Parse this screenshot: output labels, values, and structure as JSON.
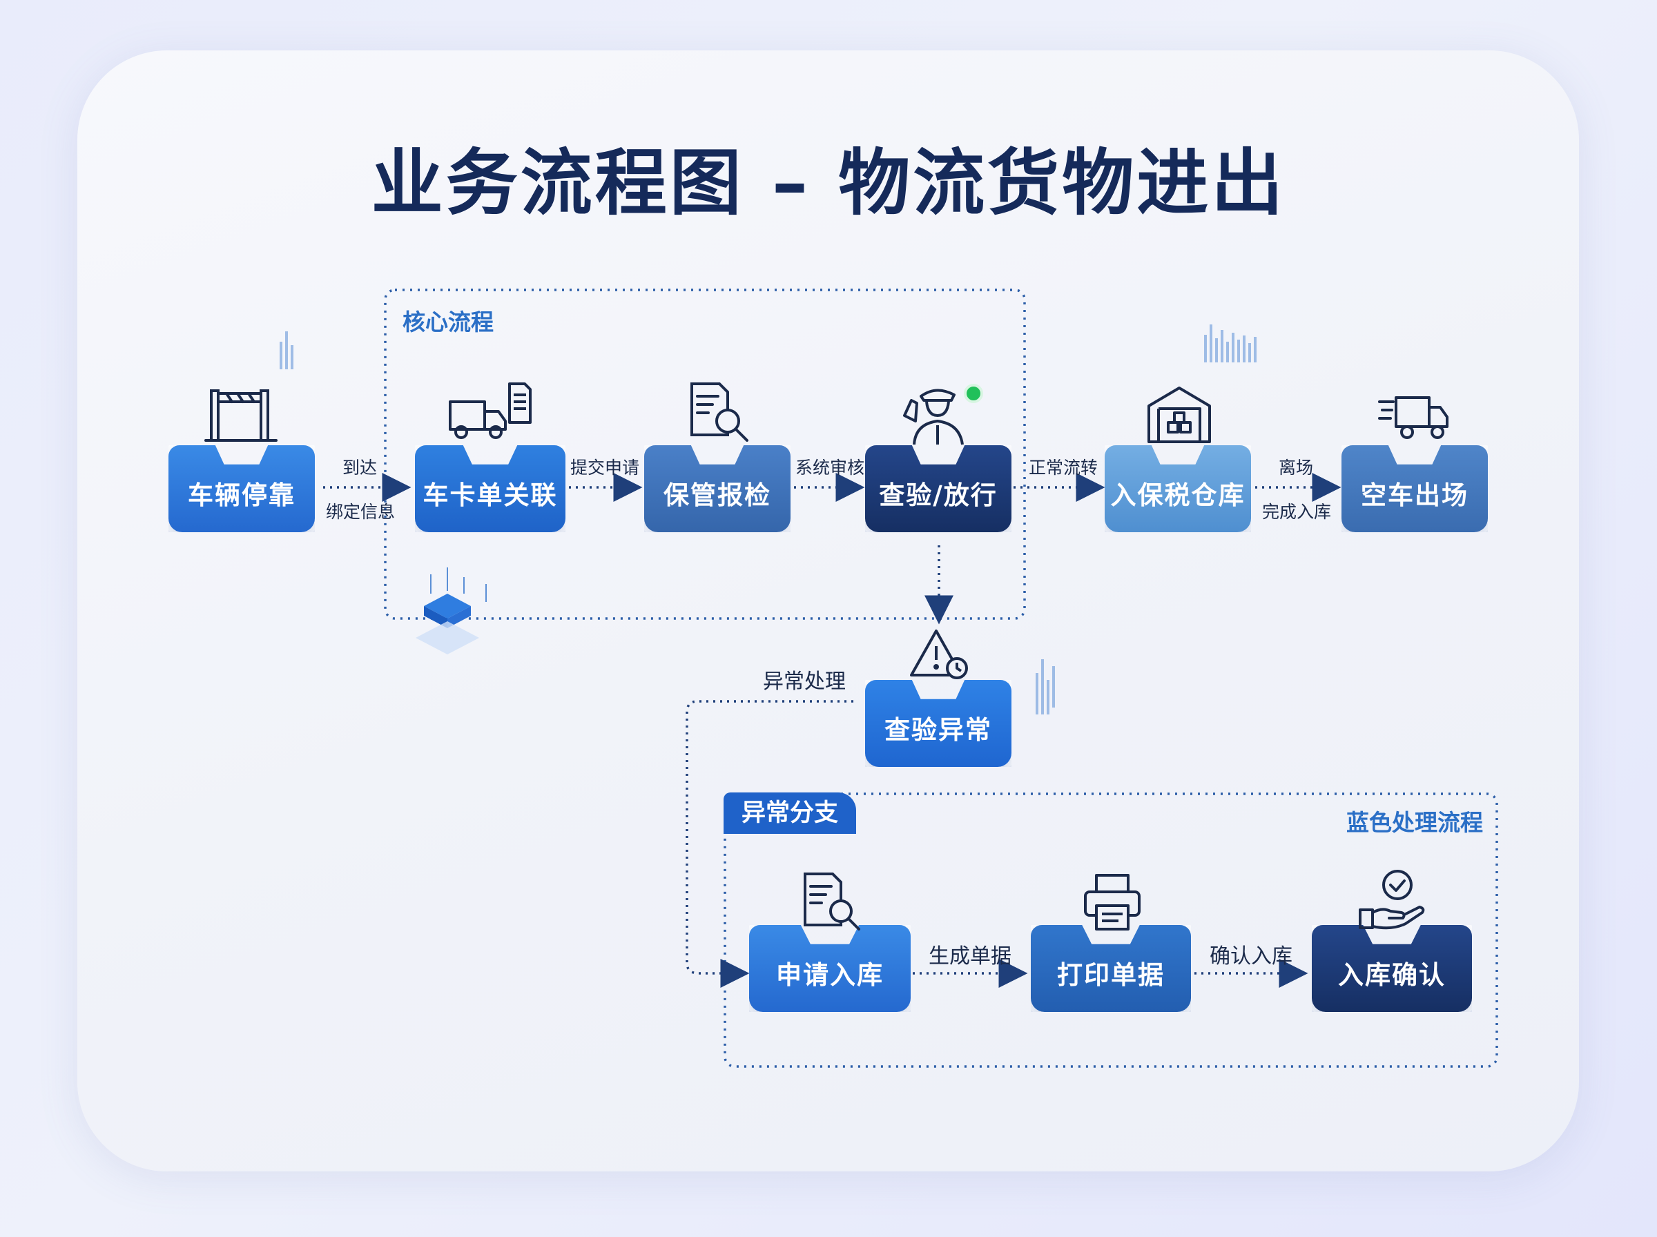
{
  "title": "业务流程图 – 物流货物进出",
  "groups": {
    "core": "核心流程",
    "exception_tab": "异常分支",
    "blue_process": "蓝色处理流程"
  },
  "nodes": {
    "vehicle_park": "车辆停靠",
    "truck_link": "车卡单关联",
    "custody_declare": "保管报检",
    "inspect_release": "查验/放行",
    "bonded_warehouse": "入保税仓库",
    "empty_exit": "空车出场",
    "inspect_exception": "查验异常",
    "apply_storage": "申请入库",
    "print_docs": "打印单据",
    "storage_confirm": "入库确认"
  },
  "edges": {
    "arrive": "到达",
    "bind_info": "绑定信息",
    "submit_apply": "提交申请",
    "system_review": "系统审核",
    "normal_flow": "正常流转",
    "leave": "离场",
    "complete_storage": "完成入库",
    "exception_handle": "异常处理",
    "generate_docs": "生成单据",
    "confirm_storage": "确认入库"
  },
  "colors": {
    "blue_bright": "#2f7de0",
    "blue_mid": "#2f6fc9",
    "blue_steel": "#3f72b8",
    "navy": "#1b3b78",
    "sky": "#5f9ad9",
    "title": "#152a5a",
    "accent_green": "#21c05a"
  },
  "icons": [
    "barrier-gate-icon",
    "truck-document-icon",
    "document-search-icon",
    "customs-officer-icon",
    "warehouse-icon",
    "fast-truck-icon",
    "warning-clock-icon",
    "document-search-icon",
    "printer-icon",
    "hand-check-icon"
  ]
}
